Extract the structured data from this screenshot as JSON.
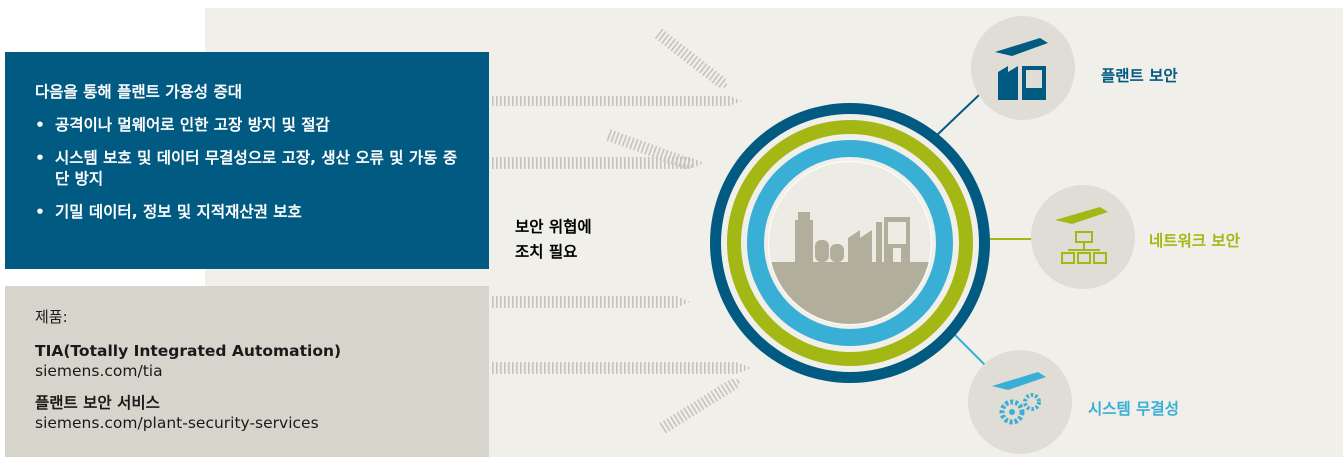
{
  "benefits": {
    "heading": "다음을 통해 플랜트 가용성 증대",
    "items": [
      "공격이나 멀웨어로 인한 고장 방지 및 절감",
      "시스템 보호 및 데이터 무결성으로 고장, 생산 오류 및 가동 중단 방지",
      "기밀 데이터, 정보 및 지적재산권 보호"
    ]
  },
  "products": {
    "label": "제품:",
    "items": [
      {
        "name": "TIA(Totally Integrated Automation)",
        "link": "siemens.com/tia"
      },
      {
        "name": "플랜트 보안 서비스",
        "link": "siemens.com/plant-security-services"
      }
    ]
  },
  "threat_text": {
    "line1": "보안 위협에",
    "line2": "조치 필요"
  },
  "layers": [
    {
      "label": "플랜트 보안",
      "color": "#005a82",
      "icon": "factory-icon"
    },
    {
      "label": "네트워크 보안",
      "color": "#a3b815",
      "icon": "network-icon"
    },
    {
      "label": "시스템 무결성",
      "color": "#3aafd6",
      "icon": "gears-icon"
    }
  ]
}
